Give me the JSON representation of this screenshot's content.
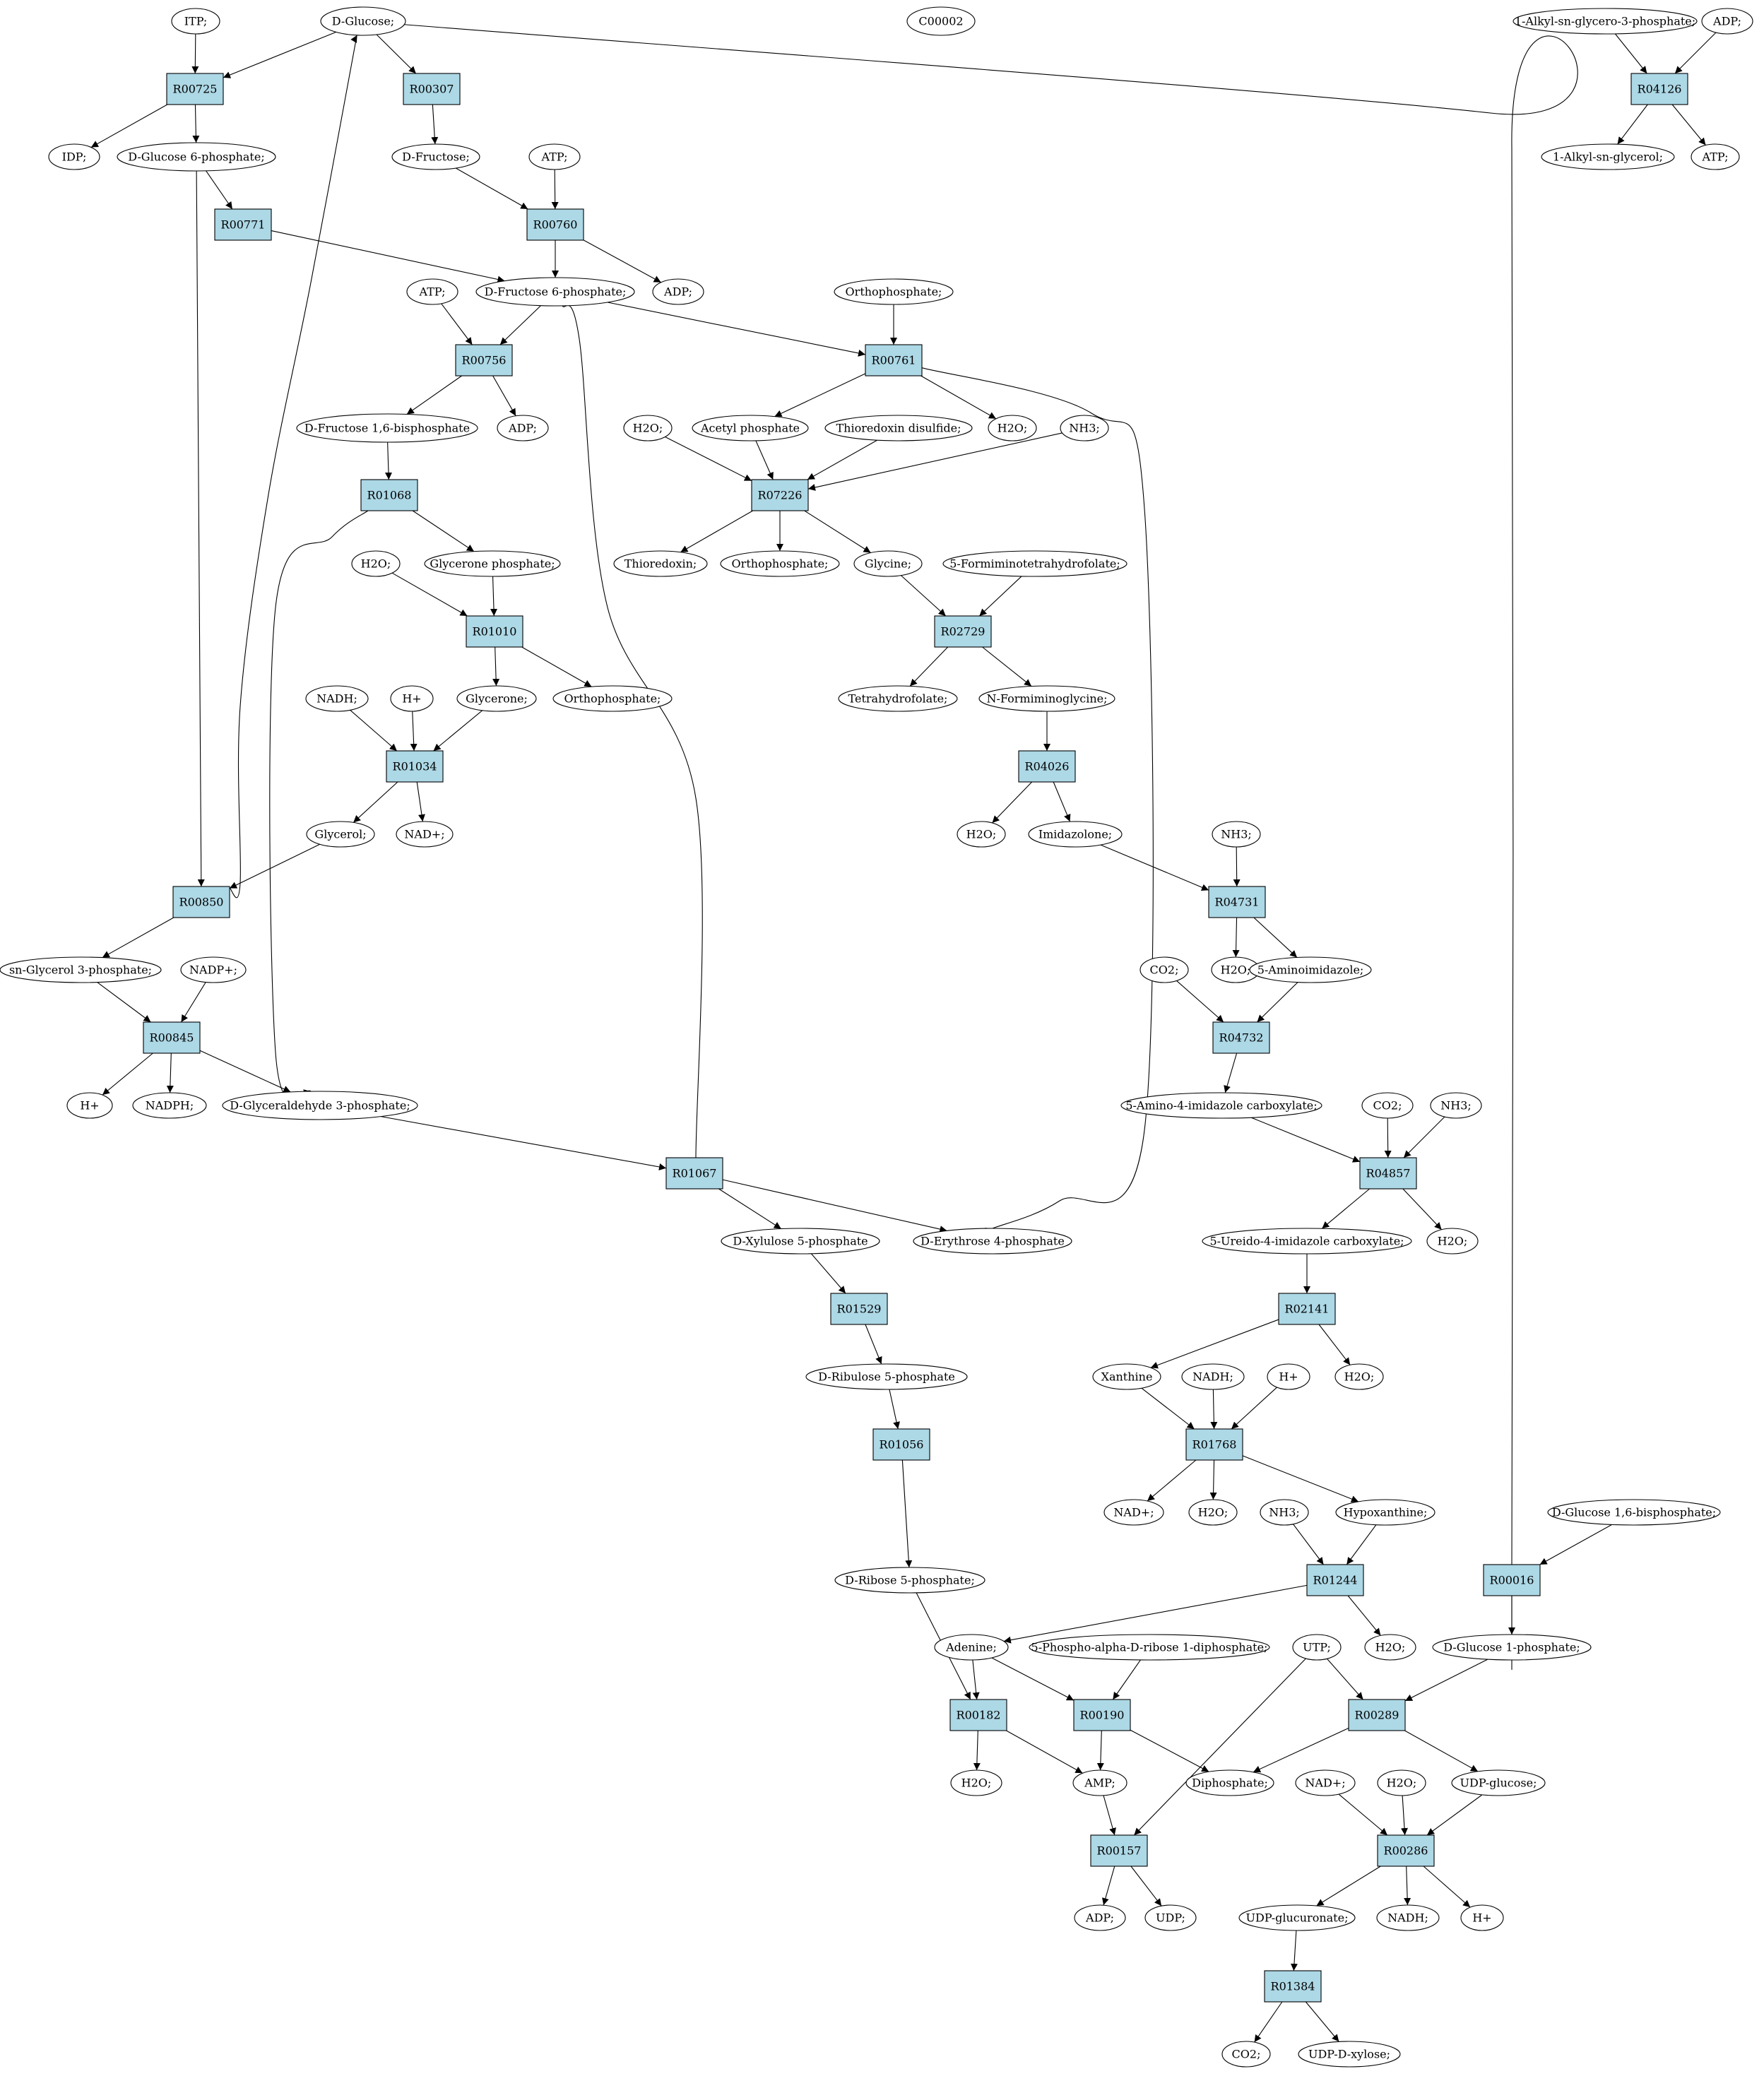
{
  "colors": {
    "reaction_fill": "#add8e6",
    "compound_fill": "#ffffff",
    "highlight_green": "#00ff00",
    "highlight_yellow": "#ffff00",
    "stroke": "#000000"
  },
  "nodes": [
    {
      "id": "itp",
      "label": "ITP;",
      "kind": "compound"
    },
    {
      "id": "dglc",
      "label": "D-Glucose;",
      "kind": "compound",
      "fill": "#00ff00"
    },
    {
      "id": "c00002",
      "label": "C00002",
      "kind": "compound",
      "fill": "#ffff00"
    },
    {
      "id": "alkylg3p",
      "label": "1-Alkyl-sn-glycero-3-phosphate;",
      "kind": "compound"
    },
    {
      "id": "adp_a",
      "label": "ADP;",
      "kind": "compound"
    },
    {
      "id": "R00725",
      "label": "R00725",
      "kind": "reaction"
    },
    {
      "id": "R00307",
      "label": "R00307",
      "kind": "reaction"
    },
    {
      "id": "R04126",
      "label": "R04126",
      "kind": "reaction"
    },
    {
      "id": "idp",
      "label": "IDP;",
      "kind": "compound"
    },
    {
      "id": "g6p",
      "label": "D-Glucose 6-phosphate;",
      "kind": "compound"
    },
    {
      "id": "dfru",
      "label": "D-Fructose;",
      "kind": "compound"
    },
    {
      "id": "atp_a",
      "label": "ATP;",
      "kind": "compound"
    },
    {
      "id": "alkylg",
      "label": "1-Alkyl-sn-glycerol;",
      "kind": "compound"
    },
    {
      "id": "atp_b",
      "label": "ATP;",
      "kind": "compound"
    },
    {
      "id": "R00771",
      "label": "R00771",
      "kind": "reaction"
    },
    {
      "id": "R00760",
      "label": "R00760",
      "kind": "reaction"
    },
    {
      "id": "atp_c",
      "label": "ATP;",
      "kind": "compound"
    },
    {
      "id": "f6p",
      "label": "D-Fructose 6-phosphate;",
      "kind": "compound"
    },
    {
      "id": "adp_b",
      "label": "ADP;",
      "kind": "compound"
    },
    {
      "id": "orthop_a",
      "label": "Orthophosphate;",
      "kind": "compound"
    },
    {
      "id": "R00756",
      "label": "R00756",
      "kind": "reaction"
    },
    {
      "id": "R00761",
      "label": "R00761",
      "kind": "reaction"
    },
    {
      "id": "f16bp",
      "label": "D-Fructose 1,6-bisphosphate",
      "kind": "compound"
    },
    {
      "id": "adp_c",
      "label": "ADP;",
      "kind": "compound"
    },
    {
      "id": "h2o_a",
      "label": "H2O;",
      "kind": "compound"
    },
    {
      "id": "acetp",
      "label": "Acetyl phosphate",
      "kind": "compound"
    },
    {
      "id": "trxdis",
      "label": "Thioredoxin disulfide;",
      "kind": "compound"
    },
    {
      "id": "h2o_b",
      "label": "H2O;",
      "kind": "compound"
    },
    {
      "id": "nh3_a",
      "label": "NH3;",
      "kind": "compound"
    },
    {
      "id": "R01068",
      "label": "R01068",
      "kind": "reaction"
    },
    {
      "id": "R07226",
      "label": "R07226",
      "kind": "reaction"
    },
    {
      "id": "h2o_c",
      "label": "H2O;",
      "kind": "compound"
    },
    {
      "id": "gnp",
      "label": "Glycerone phosphate;",
      "kind": "compound"
    },
    {
      "id": "trx",
      "label": "Thioredoxin;",
      "kind": "compound"
    },
    {
      "id": "orthop_b",
      "label": "Orthophosphate;",
      "kind": "compound"
    },
    {
      "id": "gly",
      "label": "Glycine;",
      "kind": "compound"
    },
    {
      "id": "fthf",
      "label": "5-Formiminotetrahydrofolate;",
      "kind": "compound"
    },
    {
      "id": "R01010",
      "label": "R01010",
      "kind": "reaction"
    },
    {
      "id": "R02729",
      "label": "R02729",
      "kind": "reaction"
    },
    {
      "id": "nadh_a",
      "label": "NADH;",
      "kind": "compound"
    },
    {
      "id": "hplus_a",
      "label": "H+",
      "kind": "compound"
    },
    {
      "id": "glycerone",
      "label": "Glycerone;",
      "kind": "compound"
    },
    {
      "id": "orthop_c",
      "label": "Orthophosphate;",
      "kind": "compound"
    },
    {
      "id": "thf",
      "label": "Tetrahydrofolate;",
      "kind": "compound"
    },
    {
      "id": "nfg",
      "label": "N-Formiminoglycine;",
      "kind": "compound"
    },
    {
      "id": "R01034",
      "label": "R01034",
      "kind": "reaction"
    },
    {
      "id": "R04026",
      "label": "R04026",
      "kind": "reaction"
    },
    {
      "id": "glycerol",
      "label": "Glycerol;",
      "kind": "compound"
    },
    {
      "id": "nadp_a",
      "label": "NAD+;",
      "kind": "compound"
    },
    {
      "id": "h2o_d",
      "label": "H2O;",
      "kind": "compound"
    },
    {
      "id": "imid",
      "label": "Imidazolone;",
      "kind": "compound"
    },
    {
      "id": "nh3_b",
      "label": "NH3;",
      "kind": "compound"
    },
    {
      "id": "R00850",
      "label": "R00850",
      "kind": "reaction"
    },
    {
      "id": "R04731",
      "label": "R04731",
      "kind": "reaction"
    },
    {
      "id": "g3p",
      "label": "sn-Glycerol 3-phosphate;",
      "kind": "compound"
    },
    {
      "id": "nadpplus",
      "label": "NADP+;",
      "kind": "compound"
    },
    {
      "id": "co2_a",
      "label": "CO2;",
      "kind": "compound"
    },
    {
      "id": "h2o_e",
      "label": "H2O;",
      "kind": "compound"
    },
    {
      "id": "aimid",
      "label": "5-Aminoimidazole;",
      "kind": "compound"
    },
    {
      "id": "R00845",
      "label": "R00845",
      "kind": "reaction"
    },
    {
      "id": "R04732",
      "label": "R04732",
      "kind": "reaction"
    },
    {
      "id": "hplus_b",
      "label": "H+",
      "kind": "compound"
    },
    {
      "id": "nadph",
      "label": "NADPH;",
      "kind": "compound"
    },
    {
      "id": "gap",
      "label": "D-Glyceraldehyde 3-phosphate;",
      "kind": "compound"
    },
    {
      "id": "aic",
      "label": "5-Amino-4-imidazole carboxylate;",
      "kind": "compound"
    },
    {
      "id": "co2_b",
      "label": "CO2;",
      "kind": "compound"
    },
    {
      "id": "nh3_c",
      "label": "NH3;",
      "kind": "compound"
    },
    {
      "id": "R01067",
      "label": "R01067",
      "kind": "reaction"
    },
    {
      "id": "R04857",
      "label": "R04857",
      "kind": "reaction"
    },
    {
      "id": "xu5p",
      "label": "D-Xylulose 5-phosphate",
      "kind": "compound"
    },
    {
      "id": "e4p",
      "label": "D-Erythrose 4-phosphate",
      "kind": "compound"
    },
    {
      "id": "uic",
      "label": "5-Ureido-4-imidazole carboxylate;",
      "kind": "compound"
    },
    {
      "id": "h2o_f",
      "label": "H2O;",
      "kind": "compound"
    },
    {
      "id": "R01529",
      "label": "R01529",
      "kind": "reaction"
    },
    {
      "id": "R02141",
      "label": "R02141",
      "kind": "reaction"
    },
    {
      "id": "ru5p",
      "label": "D-Ribulose 5-phosphate",
      "kind": "compound"
    },
    {
      "id": "xan",
      "label": "Xanthine",
      "kind": "compound"
    },
    {
      "id": "nadh_b",
      "label": "NADH;",
      "kind": "compound"
    },
    {
      "id": "hplus_c",
      "label": "H+",
      "kind": "compound"
    },
    {
      "id": "h2o_g",
      "label": "H2O;",
      "kind": "compound"
    },
    {
      "id": "R01056",
      "label": "R01056",
      "kind": "reaction"
    },
    {
      "id": "R01768",
      "label": "R01768",
      "kind": "reaction"
    },
    {
      "id": "nadp_b",
      "label": "NAD+;",
      "kind": "compound"
    },
    {
      "id": "h2o_h",
      "label": "H2O;",
      "kind": "compound"
    },
    {
      "id": "nh3_d",
      "label": "NH3;",
      "kind": "compound"
    },
    {
      "id": "hypox",
      "label": "Hypoxanthine;",
      "kind": "compound"
    },
    {
      "id": "g16bp",
      "label": "D-Glucose 1,6-bisphosphate;",
      "kind": "compound"
    },
    {
      "id": "r5p",
      "label": "D-Ribose 5-phosphate;",
      "kind": "compound"
    },
    {
      "id": "R01244",
      "label": "R01244",
      "kind": "reaction"
    },
    {
      "id": "R00016",
      "label": "R00016",
      "kind": "reaction"
    },
    {
      "id": "ade",
      "label": "Adenine;",
      "kind": "compound"
    },
    {
      "id": "prpp",
      "label": "5-Phospho-alpha-D-ribose 1-diphosphate;",
      "kind": "compound"
    },
    {
      "id": "utp",
      "label": "UTP;",
      "kind": "compound"
    },
    {
      "id": "h2o_i",
      "label": "H2O;",
      "kind": "compound"
    },
    {
      "id": "g1p",
      "label": "D-Glucose 1-phosphate;",
      "kind": "compound"
    },
    {
      "id": "R00182",
      "label": "R00182",
      "kind": "reaction"
    },
    {
      "id": "R00190",
      "label": "R00190",
      "kind": "reaction"
    },
    {
      "id": "R00289",
      "label": "R00289",
      "kind": "reaction"
    },
    {
      "id": "h2o_j",
      "label": "H2O;",
      "kind": "compound"
    },
    {
      "id": "amp",
      "label": "AMP;",
      "kind": "compound"
    },
    {
      "id": "ppi",
      "label": "Diphosphate;",
      "kind": "compound"
    },
    {
      "id": "nadp_c",
      "label": "NAD+;",
      "kind": "compound"
    },
    {
      "id": "h2o_k",
      "label": "H2O;",
      "kind": "compound"
    },
    {
      "id": "udpg",
      "label": "UDP-glucose;",
      "kind": "compound"
    },
    {
      "id": "R00157",
      "label": "R00157",
      "kind": "reaction"
    },
    {
      "id": "R00286",
      "label": "R00286",
      "kind": "reaction"
    },
    {
      "id": "adp_d",
      "label": "ADP;",
      "kind": "compound"
    },
    {
      "id": "udp",
      "label": "UDP;",
      "kind": "compound"
    },
    {
      "id": "udpgca",
      "label": "UDP-glucuronate;",
      "kind": "compound"
    },
    {
      "id": "nadh_c",
      "label": "NADH;",
      "kind": "compound"
    },
    {
      "id": "hplus_d",
      "label": "H+",
      "kind": "compound"
    },
    {
      "id": "R01384",
      "label": "R01384",
      "kind": "reaction"
    },
    {
      "id": "co2_c",
      "label": "CO2;",
      "kind": "compound"
    },
    {
      "id": "udpxyl",
      "label": "UDP-D-xylose;",
      "kind": "compound"
    }
  ],
  "edges": [
    [
      "itp",
      "R00725"
    ],
    [
      "dglc",
      "R00725"
    ],
    [
      "R00725",
      "idp"
    ],
    [
      "R00725",
      "g6p"
    ],
    [
      "dglc",
      "R00307"
    ],
    [
      "R00307",
      "dfru"
    ],
    [
      "dglc",
      "R00016"
    ],
    [
      "alkylg3p",
      "R04126"
    ],
    [
      "adp_a",
      "R04126"
    ],
    [
      "R04126",
      "alkylg"
    ],
    [
      "R04126",
      "atp_b"
    ],
    [
      "g6p",
      "R00771"
    ],
    [
      "R00771",
      "f6p"
    ],
    [
      "g6p",
      "R00850"
    ],
    [
      "dfru",
      "R00760"
    ],
    [
      "atp_a",
      "R00760"
    ],
    [
      "R00760",
      "f6p"
    ],
    [
      "R00760",
      "adp_b"
    ],
    [
      "atp_c",
      "R00756"
    ],
    [
      "f6p",
      "R00756"
    ],
    [
      "R00756",
      "f16bp"
    ],
    [
      "R00756",
      "adp_c"
    ],
    [
      "f6p",
      "R00761"
    ],
    [
      "f6p",
      "R01067"
    ],
    [
      "orthop_a",
      "R00761"
    ],
    [
      "R00761",
      "acetp"
    ],
    [
      "R00761",
      "h2o_b"
    ],
    [
      "R00761",
      "e4p"
    ],
    [
      "f16bp",
      "R01068"
    ],
    [
      "R01068",
      "gnp"
    ],
    [
      "R01068",
      "gap"
    ],
    [
      "h2o_a",
      "R07226"
    ],
    [
      "acetp",
      "R07226"
    ],
    [
      "trxdis",
      "R07226"
    ],
    [
      "nh3_a",
      "R07226"
    ],
    [
      "R07226",
      "trx"
    ],
    [
      "R07226",
      "orthop_b"
    ],
    [
      "R07226",
      "gly"
    ],
    [
      "h2o_c",
      "R01010"
    ],
    [
      "gnp",
      "R01010"
    ],
    [
      "R01010",
      "glycerone"
    ],
    [
      "R01010",
      "orthop_c"
    ],
    [
      "gly",
      "R02729"
    ],
    [
      "fthf",
      "R02729"
    ],
    [
      "R02729",
      "thf"
    ],
    [
      "R02729",
      "nfg"
    ],
    [
      "nadh_a",
      "R01034"
    ],
    [
      "hplus_a",
      "R01034"
    ],
    [
      "glycerone",
      "R01034"
    ],
    [
      "R01034",
      "glycerol"
    ],
    [
      "R01034",
      "nadp_a"
    ],
    [
      "nfg",
      "R04026"
    ],
    [
      "R04026",
      "h2o_d"
    ],
    [
      "R04026",
      "imid"
    ],
    [
      "glycerol",
      "R00850"
    ],
    [
      "R00850",
      "dglc"
    ],
    [
      "R00850",
      "g3p"
    ],
    [
      "imid",
      "R04731"
    ],
    [
      "nh3_b",
      "R04731"
    ],
    [
      "R04731",
      "h2o_e"
    ],
    [
      "R04731",
      "aimid"
    ],
    [
      "g3p",
      "R00845"
    ],
    [
      "nadpplus",
      "R00845"
    ],
    [
      "R00845",
      "hplus_b"
    ],
    [
      "R00845",
      "nadph"
    ],
    [
      "R00845",
      "gap"
    ],
    [
      "co2_a",
      "R04732"
    ],
    [
      "aimid",
      "R04732"
    ],
    [
      "R04732",
      "aic"
    ],
    [
      "gap",
      "R01067"
    ],
    [
      "R01067",
      "xu5p"
    ],
    [
      "R01067",
      "e4p"
    ],
    [
      "aic",
      "R04857"
    ],
    [
      "co2_b",
      "R04857"
    ],
    [
      "nh3_c",
      "R04857"
    ],
    [
      "R04857",
      "uic"
    ],
    [
      "R04857",
      "h2o_f"
    ],
    [
      "xu5p",
      "R01529"
    ],
    [
      "R01529",
      "ru5p"
    ],
    [
      "uic",
      "R02141"
    ],
    [
      "R02141",
      "xan"
    ],
    [
      "R02141",
      "h2o_g"
    ],
    [
      "ru5p",
      "R01056"
    ],
    [
      "R01056",
      "r5p"
    ],
    [
      "xan",
      "R01768"
    ],
    [
      "nadh_b",
      "R01768"
    ],
    [
      "hplus_c",
      "R01768"
    ],
    [
      "R01768",
      "nadp_b"
    ],
    [
      "R01768",
      "h2o_h"
    ],
    [
      "R01768",
      "hypox"
    ],
    [
      "nh3_d",
      "R01244"
    ],
    [
      "hypox",
      "R01244"
    ],
    [
      "R01244",
      "ade"
    ],
    [
      "R01244",
      "h2o_i"
    ],
    [
      "g16bp",
      "R00016"
    ],
    [
      "R00016",
      "g1p"
    ],
    [
      "r5p",
      "R00182"
    ],
    [
      "ade",
      "R00182"
    ],
    [
      "R00182",
      "h2o_j"
    ],
    [
      "R00182",
      "amp"
    ],
    [
      "ade",
      "R00190"
    ],
    [
      "prpp",
      "R00190"
    ],
    [
      "R00190",
      "amp"
    ],
    [
      "R00190",
      "ppi"
    ],
    [
      "utp",
      "R00289"
    ],
    [
      "g1p",
      "R00289"
    ],
    [
      "R00289",
      "ppi"
    ],
    [
      "R00289",
      "udpg"
    ],
    [
      "utp",
      "R00157"
    ],
    [
      "amp",
      "R00157"
    ],
    [
      "R00157",
      "adp_d"
    ],
    [
      "R00157",
      "udp"
    ],
    [
      "nadp_c",
      "R00286"
    ],
    [
      "h2o_k",
      "R00286"
    ],
    [
      "udpg",
      "R00286"
    ],
    [
      "R00286",
      "udpgca"
    ],
    [
      "R00286",
      "nadh_c"
    ],
    [
      "R00286",
      "hplus_d"
    ],
    [
      "udpgca",
      "R01384"
    ],
    [
      "R01384",
      "co2_c"
    ],
    [
      "R01384",
      "udpxyl"
    ]
  ]
}
